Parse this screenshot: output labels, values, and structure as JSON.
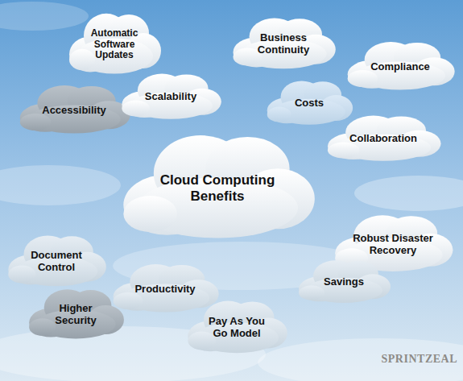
{
  "diagram": {
    "nodes": [
      {
        "text": [
          "Automatic Software Updates"
        ]
      },
      {
        "text": [
          "Business Continuity"
        ]
      },
      {
        "text": [
          "Compliance"
        ]
      },
      {
        "text": [
          "Accessibility"
        ]
      },
      {
        "text": [
          "Scalability"
        ]
      },
      {
        "text": [
          "Costs"
        ]
      },
      {
        "text": [
          "Collaboration"
        ]
      },
      {
        "text": [
          "Cloud Computing Benefits"
        ]
      },
      {
        "text": [
          "Document Control"
        ]
      },
      {
        "text": [
          "Robust Disaster Recovery"
        ]
      },
      {
        "text": [
          "Productivity"
        ]
      },
      {
        "text": [
          "Savings"
        ]
      },
      {
        "text": [
          "Higher Security"
        ]
      },
      {
        "text": [
          "Pay As You Go Model"
        ]
      }
    ],
    "labels": [
      "SPRINTZEAL"
    ]
  }
}
